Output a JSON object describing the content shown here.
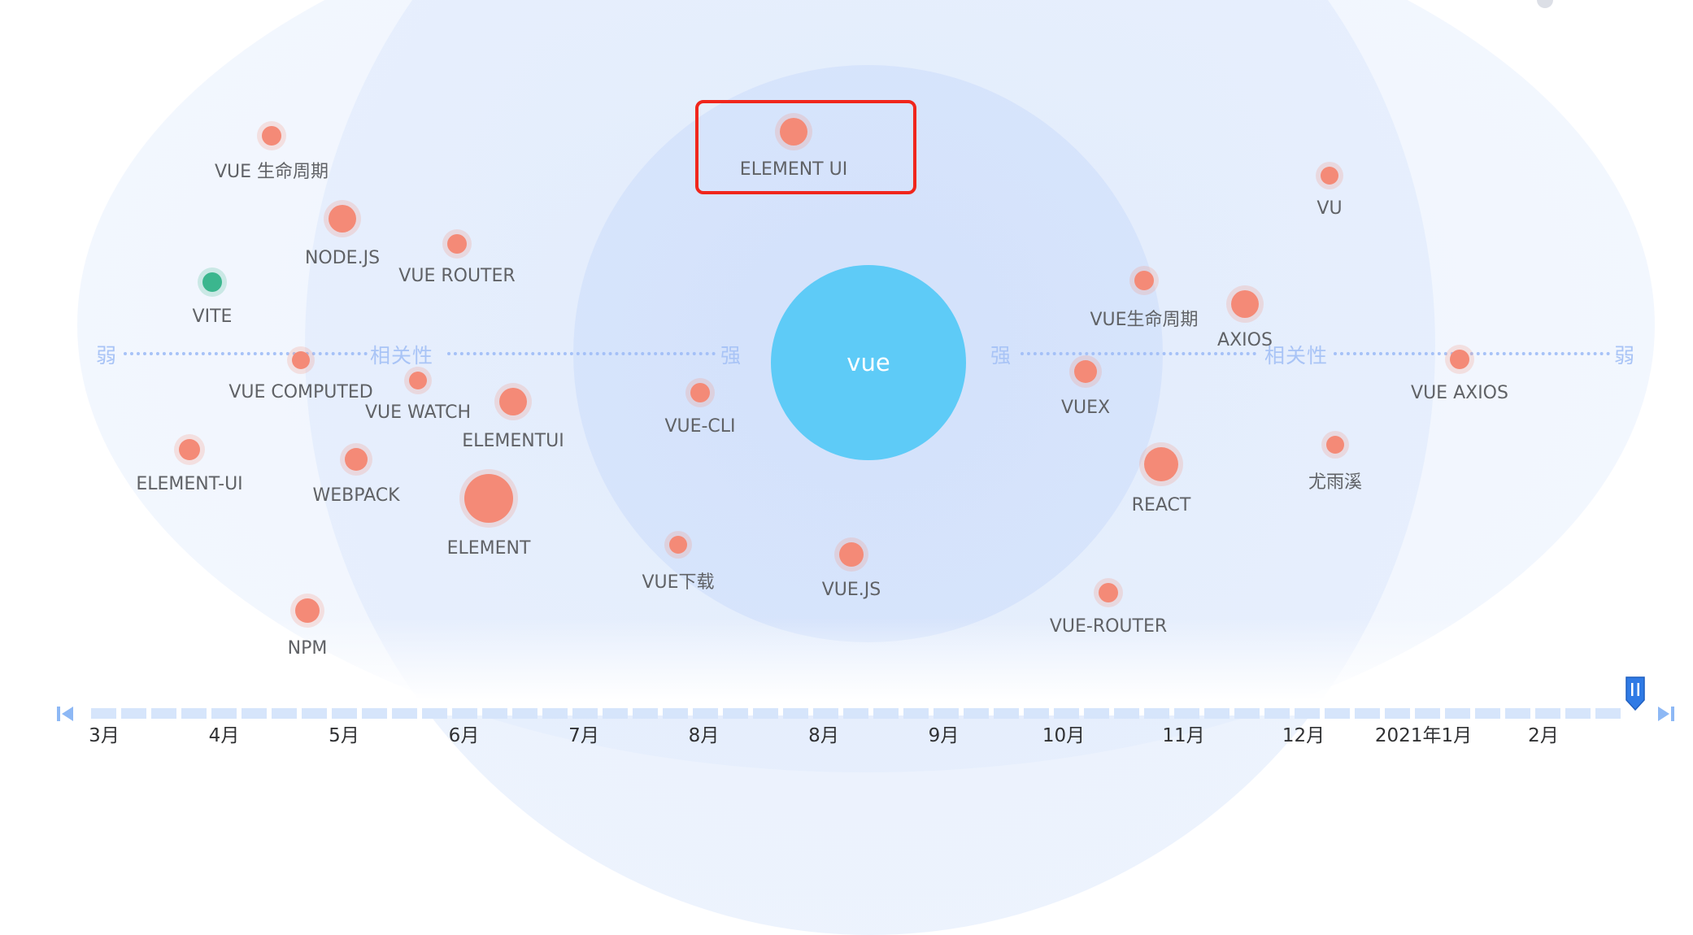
{
  "center": {
    "label": "vue"
  },
  "axis": {
    "weak_left": "弱",
    "relevance_left": "相关性",
    "strong_left": "强",
    "strong_right": "强",
    "relevance_right": "相关性",
    "weak_right": "弱"
  },
  "nodes": [
    {
      "label": "ELEMENT UI",
      "color": "#f48a77",
      "highlighted": true
    },
    {
      "label": "VUE 生命周期",
      "color": "#f48a77"
    },
    {
      "label": "NODE.JS",
      "color": "#f48a77"
    },
    {
      "label": "VUE ROUTER",
      "color": "#f48a77"
    },
    {
      "label": "VITE",
      "color": "#3bb68e"
    },
    {
      "label": "VUE COMPUTED",
      "color": "#f48a77"
    },
    {
      "label": "VUE WATCH",
      "color": "#f48a77"
    },
    {
      "label": "ELEMENTUI",
      "color": "#f48a77"
    },
    {
      "label": "ELEMENT-UI",
      "color": "#f48a77"
    },
    {
      "label": "WEBPACK",
      "color": "#f48a77"
    },
    {
      "label": "ELEMENT",
      "color": "#f48a77"
    },
    {
      "label": "NPM",
      "color": "#f48a77"
    },
    {
      "label": "VUE-CLI",
      "color": "#f48a77"
    },
    {
      "label": "VUE下载",
      "color": "#f48a77"
    },
    {
      "label": "VUE.JS",
      "color": "#f48a77"
    },
    {
      "label": "VU",
      "color": "#f48a77"
    },
    {
      "label": "VUE生命周期",
      "color": "#f48a77"
    },
    {
      "label": "AXIOS",
      "color": "#f48a77"
    },
    {
      "label": "VUEX",
      "color": "#f48a77"
    },
    {
      "label": "VUE AXIOS",
      "color": "#f48a77"
    },
    {
      "label": "REACT",
      "color": "#f48a77"
    },
    {
      "label": "尤雨溪",
      "color": "#f48a77"
    },
    {
      "label": "VUE-ROUTER",
      "color": "#f48a77"
    }
  ],
  "timeline": {
    "months": [
      "3月",
      "4月",
      "5月",
      "6月",
      "7月",
      "8月",
      "8月",
      "9月",
      "10月",
      "11月",
      "12月",
      "2021年1月",
      "2月"
    ],
    "selected_position": 1.0
  },
  "colors": {
    "node": "#f48a77",
    "node_green": "#3bb68e",
    "center": "#5ecbf7",
    "accent": "#3a7df0"
  }
}
